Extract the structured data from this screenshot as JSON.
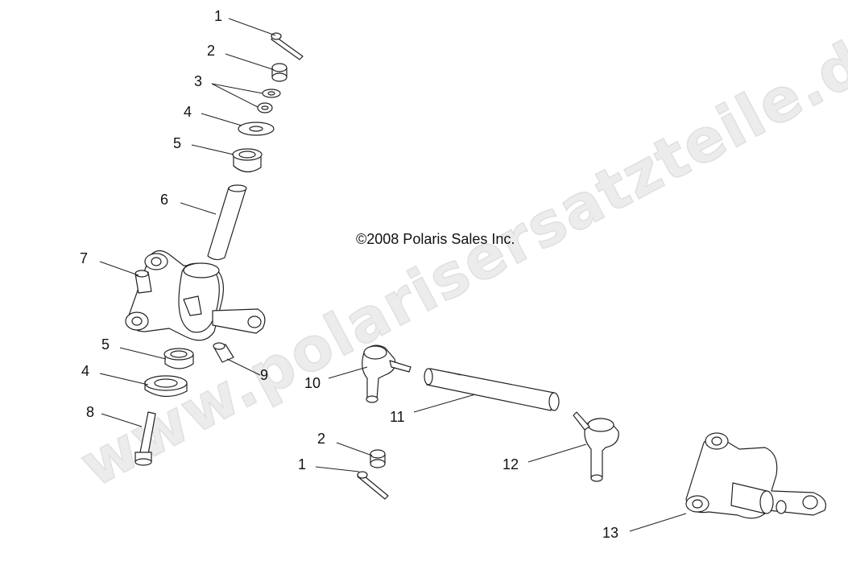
{
  "watermark": "www.polarisersatzteile.de",
  "copyright": "©2008 Polaris Sales Inc.",
  "callouts": {
    "c1a": "1",
    "c2a": "2",
    "c3": "3",
    "c4a": "4",
    "c5a": "5",
    "c6": "6",
    "c7": "7",
    "c5b": "5",
    "c4b": "4",
    "c8": "8",
    "c9": "9",
    "c10": "10",
    "c11": "11",
    "c2b": "2",
    "c1b": "1",
    "c12": "12",
    "c13": "13"
  }
}
